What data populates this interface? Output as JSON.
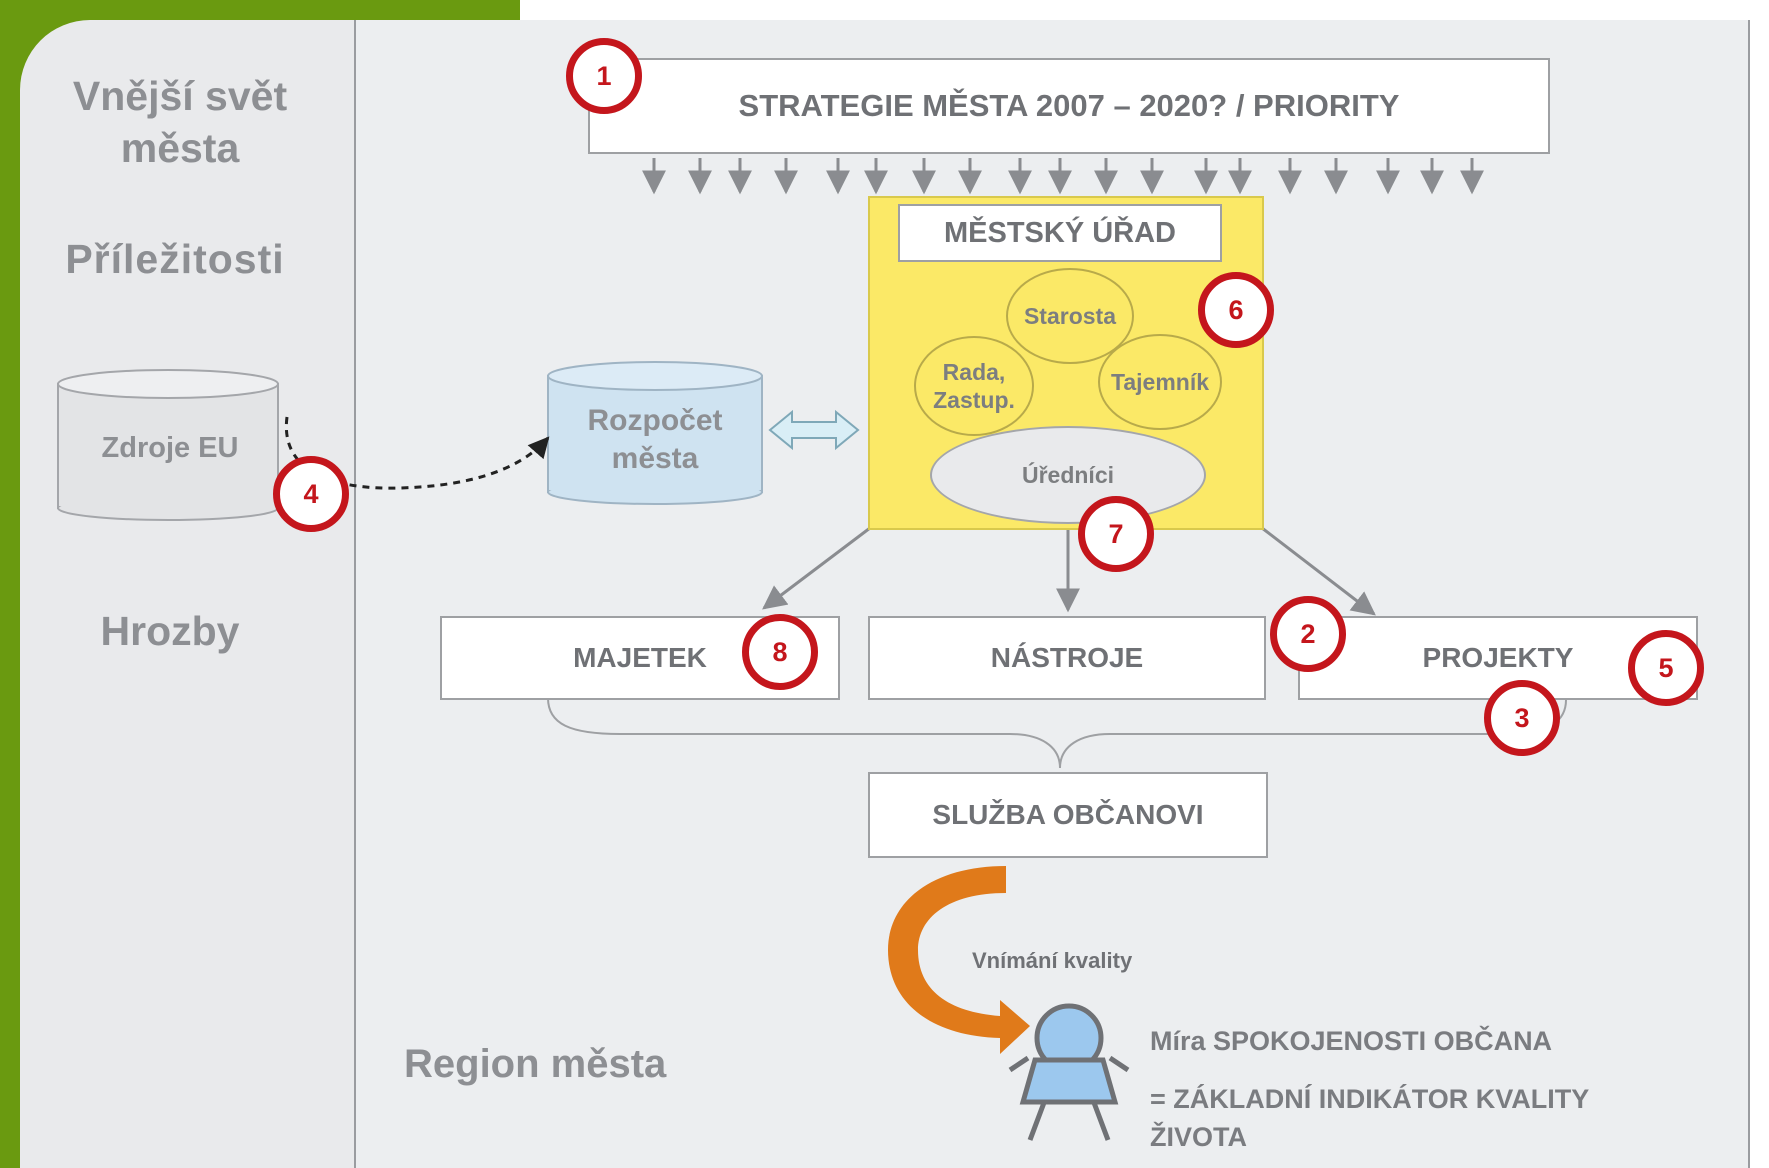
{
  "left_panel": {
    "outer_world": "Vnější svět města",
    "opportunities": "Příležitosti",
    "threats": "Hrozby",
    "eu_sources": "Zdroje EU"
  },
  "strategy": {
    "label": "STRATEGIE MĚSTA 2007 – 2020? / PRIORITY"
  },
  "budget": {
    "label": "Rozpočet města"
  },
  "city_office": {
    "title": "MĚSTSKÝ ÚŘAD",
    "mayor": "Starosta",
    "council": "Rada, Zastup.",
    "secretary": "Tajemník",
    "officials": "Úředníci"
  },
  "outputs": {
    "property": "MAJETEK",
    "tools": "NÁSTROJE",
    "projects": "PROJEKTY",
    "citizen_service": "SLUŽBA OBČANOVI"
  },
  "quality": {
    "perception": "Vnímání kvality",
    "satisfaction": "Míra SPOKOJENOSTI OBČANA",
    "indicator": "= ZÁKLADNÍ INDIKÁTOR KVALITY ŽIVOTA"
  },
  "region": {
    "label": "Region města"
  },
  "markers": [
    "1",
    "2",
    "3",
    "4",
    "5",
    "6",
    "7",
    "8"
  ],
  "colors": {
    "frame_green": "#6a9a10",
    "marker_red": "#c4161c",
    "office_yellow": "#fbe967",
    "budget_blue": "#cfe3f1",
    "person_blue": "#9cc8ee",
    "quality_arrow_orange": "#e07a1a"
  }
}
